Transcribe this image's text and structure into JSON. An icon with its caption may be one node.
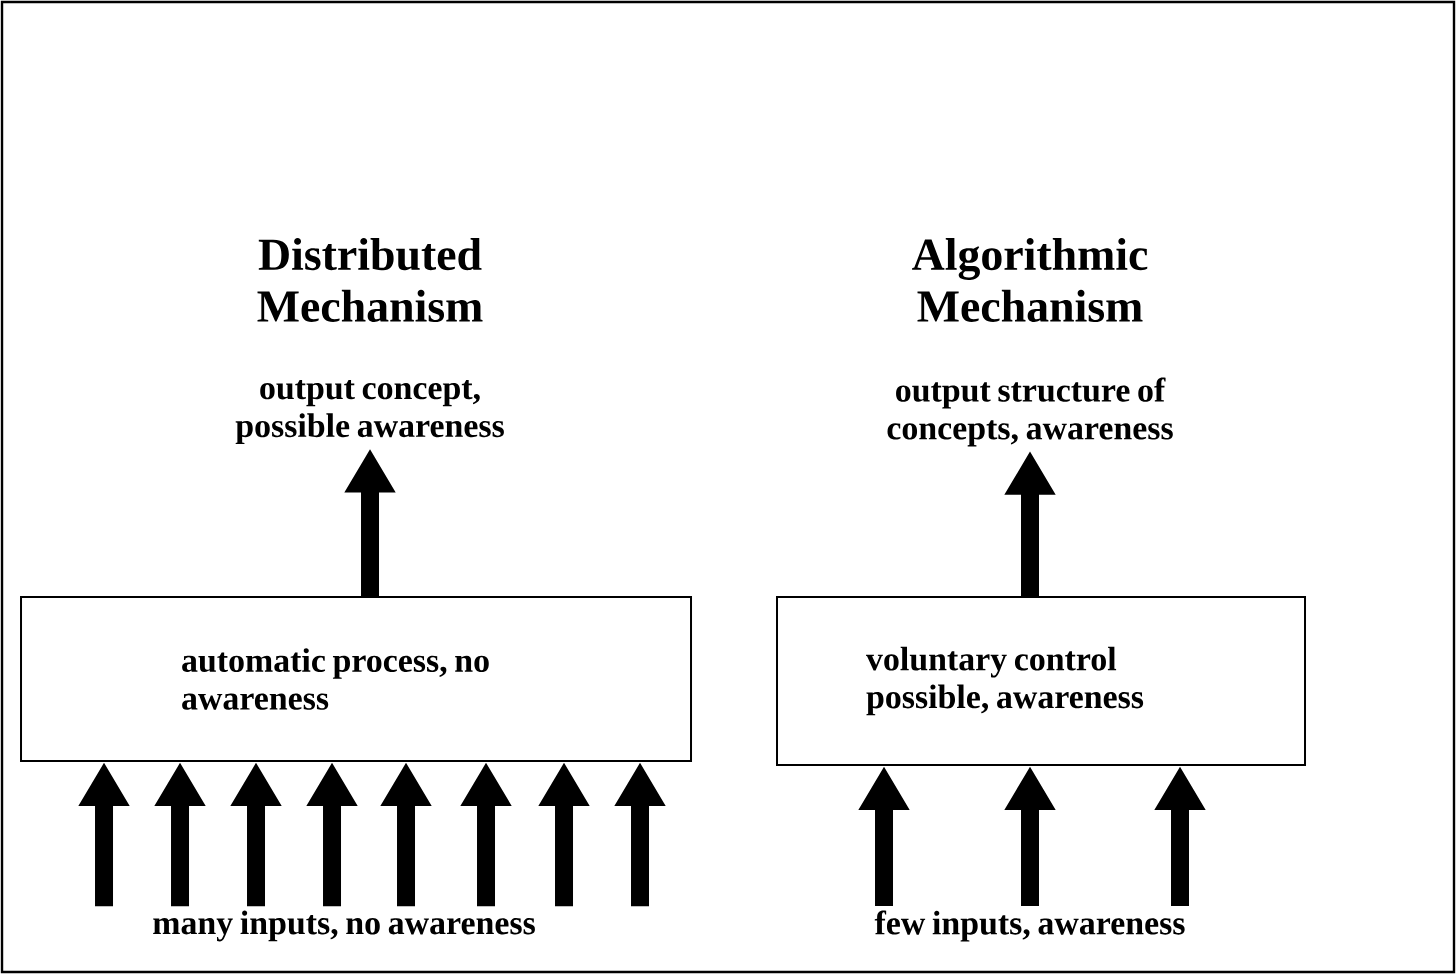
{
  "diagram": {
    "nodes": [
      {
        "text": [
          "automatic process, no awareness"
        ]
      },
      {
        "text": [
          "output concept, possible awareness"
        ]
      },
      {
        "text": [
          "many inputs, no awareness"
        ]
      },
      {
        "text": [
          "voluntary control possible, awareness"
        ]
      },
      {
        "text": [
          "output structure of concepts, awareness"
        ]
      },
      {
        "text": [
          "few inputs, awareness"
        ]
      }
    ],
    "edges": [
      {
        "from": 0,
        "to": 1,
        "arrow": "to"
      },
      {
        "from": 2,
        "to": 0,
        "arrow": "to"
      },
      {
        "from": 2,
        "to": 0,
        "arrow": "to"
      },
      {
        "from": 2,
        "to": 0,
        "arrow": "to"
      },
      {
        "from": 2,
        "to": 0,
        "arrow": "to"
      },
      {
        "from": 2,
        "to": 0,
        "arrow": "to"
      },
      {
        "from": 2,
        "to": 0,
        "arrow": "to"
      },
      {
        "from": 2,
        "to": 0,
        "arrow": "to"
      },
      {
        "from": 2,
        "to": 0,
        "arrow": "to"
      },
      {
        "from": 3,
        "to": 4,
        "arrow": "to"
      },
      {
        "from": 5,
        "to": 3,
        "arrow": "to"
      },
      {
        "from": 5,
        "to": 3,
        "arrow": "to"
      },
      {
        "from": 5,
        "to": 3,
        "arrow": "to"
      }
    ],
    "labels": [
      "Distributed Mechanism",
      "Algorithmic Mechanism"
    ]
  }
}
